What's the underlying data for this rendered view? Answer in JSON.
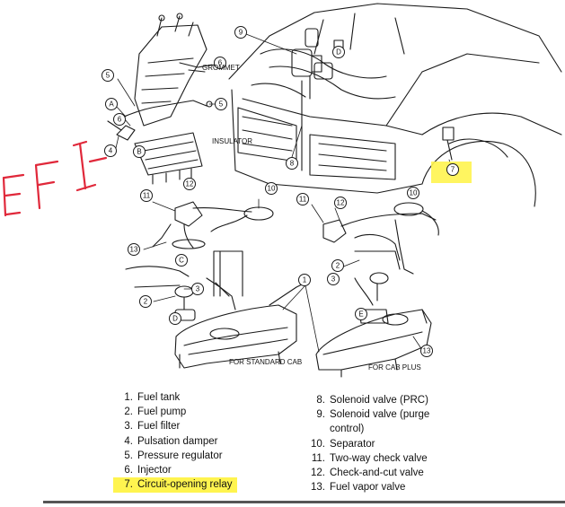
{
  "annotation": {
    "handwritten_text": "EFI",
    "highlight_color": "#fff44f",
    "ink_color": "#e0283a"
  },
  "diagram_labels": {
    "grommet": "GROMMET",
    "insulator": "INSULATOR",
    "standard_cab": "FOR STANDARD CAB",
    "cab_plus": "FOR CAB PLUS"
  },
  "callouts": {
    "n1": "1",
    "n2": "2",
    "n3": "3",
    "n4": "4",
    "n5": "5",
    "n6": "6",
    "n7": "7",
    "n8": "8",
    "n9": "9",
    "n10": "10",
    "n11": "11",
    "n12": "12",
    "n13": "13",
    "letA": "A",
    "letB": "B",
    "letC": "C",
    "letD": "D",
    "letE": "E"
  },
  "legend_left": [
    {
      "num": "1.",
      "text": "Fuel tank"
    },
    {
      "num": "2.",
      "text": "Fuel pump"
    },
    {
      "num": "3.",
      "text": "Fuel filter"
    },
    {
      "num": "4.",
      "text": "Pulsation damper"
    },
    {
      "num": "5.",
      "text": "Pressure regulator"
    },
    {
      "num": "6.",
      "text": "Injector"
    },
    {
      "num": "7.",
      "text": "Circuit-opening relay"
    }
  ],
  "legend_right": [
    {
      "num": "8.",
      "text": "Solenoid valve (PRC)"
    },
    {
      "num": "9.",
      "text": "Solenoid valve (purge"
    },
    {
      "num": "",
      "text": "control)"
    },
    {
      "num": "10.",
      "text": "Separator"
    },
    {
      "num": "11.",
      "text": "Two-way check valve"
    },
    {
      "num": "12.",
      "text": "Check-and-cut valve"
    },
    {
      "num": "13.",
      "text": "Fuel vapor valve"
    }
  ]
}
